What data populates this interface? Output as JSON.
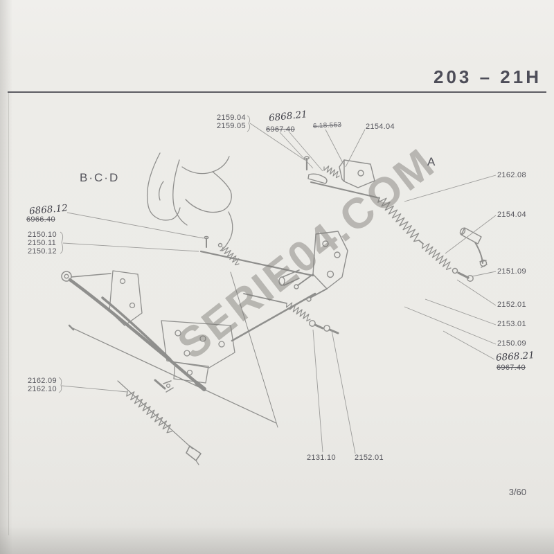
{
  "page": {
    "header": "203 – 21H",
    "page_number": "3/60",
    "watermark": "SERIE04.COM"
  },
  "views": {
    "a": "A",
    "bcd": "B·C·D"
  },
  "labels": {
    "p2159_04": "2159.04",
    "p2159_05": "2159.05",
    "hw_top_new": "6868.21",
    "hw_top_old": "6967.40",
    "struck_top": "6.18.563",
    "p2154_top": "2154.04",
    "p2162_08": "2162.08",
    "hw_left_new": "6868.12",
    "hw_left_old": "6966.40",
    "p2150_10": "2150.10",
    "p2150_11": "2150.11",
    "p2150_12": "2150.12",
    "p2154_right": "2154.04",
    "p2151_09": "2151.09",
    "p2152_01": "2152.01",
    "p2153_01": "2153.01",
    "p2150_09": "2150.09",
    "hw_right_new": "6868.21",
    "hw_right_old": "6967.40",
    "p2162_09": "2162.09",
    "p2162_10": "2162.10",
    "p2131_10": "2131.10",
    "p2152_01b": "2152.01"
  },
  "colors": {
    "paper": "#ecebe7",
    "ink": "#8f8f8d",
    "label_text": "#55555c",
    "header_text": "#4d4d58"
  }
}
